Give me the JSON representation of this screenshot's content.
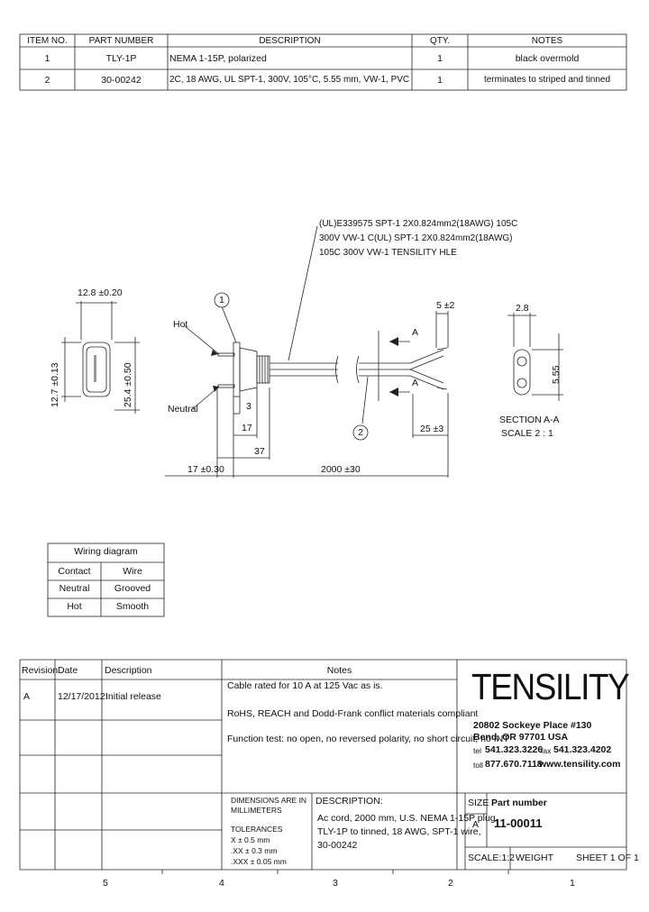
{
  "bom": {
    "headers": {
      "item": "ITEM NO.",
      "part": "PART NUMBER",
      "desc": "DESCRIPTION",
      "qty": "QTY.",
      "notes": "NOTES"
    },
    "rows": [
      {
        "item": "1",
        "part": "TLY-1P",
        "desc": "NEMA 1-15P, polarized",
        "qty": "1",
        "notes": "black overmold"
      },
      {
        "item": "2",
        "part": "30-00242",
        "desc": "2C, 18 AWG, UL SPT-1, 300V, 105°C, 5.55 mm, VW-1, PVC",
        "qty": "1",
        "notes": "terminates to striped and tinned"
      }
    ]
  },
  "drawing": {
    "cable_print": [
      "(UL)E339575 SPT-1 2X0.824mm2(18AWG) 105C",
      "300V VW-1 C(UL) SPT-1 2X0.824mm2(18AWG)",
      "105C 300V VW-1 TENSILITY HLE"
    ],
    "balloon1": "1",
    "balloon2": "2",
    "hot": "Hot",
    "neutral": "Neutral",
    "dim_width": "12.8 ±0.20",
    "dim_h1": "12.7 ±0.13",
    "dim_h2": "25.4 ±0.50",
    "dim_3": "3",
    "dim_17": "17",
    "dim_37": "37",
    "dim_17b": "17 ±0.30",
    "dim_2000": "2000 ±30",
    "dim_5": "5 ±2",
    "dim_25": "25 ±3",
    "section_letter_top": "A",
    "section_letter_bottom": "A",
    "sec_w": "2.8",
    "sec_h": "5.55",
    "section_label": "SECTION A-A",
    "section_scale": "SCALE 2 : 1"
  },
  "wiring": {
    "title": "Wiring diagram",
    "headers": {
      "contact": "Contact",
      "wire": "Wire"
    },
    "rows": [
      {
        "contact": "Neutral",
        "wire": "Grooved"
      },
      {
        "contact": "Hot",
        "wire": "Smooth"
      }
    ]
  },
  "revision": {
    "headers": {
      "rev": "Revision",
      "date": "Date",
      "desc": "Description"
    },
    "rows": [
      {
        "rev": "A",
        "date": "12/17/2012",
        "desc": "Initial release"
      }
    ]
  },
  "notes": {
    "title": "Notes",
    "lines": [
      "Cable rated for 10 A at 125 Vac as is.",
      "RoHS, REACH and Dodd-Frank conflict materials compliant",
      "Function test: no open, no reversed polarity, no short circuit, no INT"
    ]
  },
  "company": {
    "logo": "TENSILITY",
    "address1": "20802 Sockeye Place #130",
    "address2": "Bend, OR 97701 USA",
    "tel_label": "tel",
    "tel": "541.323.3226",
    "fax_label": "fax",
    "fax": "541.323.4202",
    "toll_label": "toll",
    "toll": "877.670.7118",
    "web": "www.tensility.com"
  },
  "titleblock": {
    "dims1": "DIMENSIONS ARE IN",
    "dims2": "MILLIMETERS",
    "tol": "TOLERANCES",
    "tol1": "X    ± 0.5 mm",
    "tol2": ".XX  ± 0.3 mm",
    "tol3": ".XXX ± 0.05 mm",
    "desc_label": "DESCRIPTION:",
    "desc_lines": [
      "Ac cord, 2000 mm, U.S. NEMA 1-15P plug,",
      "TLY-1P to tinned, 18 AWG, SPT-1 wire,",
      "30-00242"
    ],
    "size_label": "SIZE",
    "size": "A",
    "part_label": "Part number",
    "part": "11-00011",
    "scale": "SCALE:1:2",
    "weight": "WEIGHT",
    "sheet": "SHEET 1 OF 1"
  },
  "zones": [
    "5",
    "4",
    "3",
    "2",
    "1"
  ]
}
